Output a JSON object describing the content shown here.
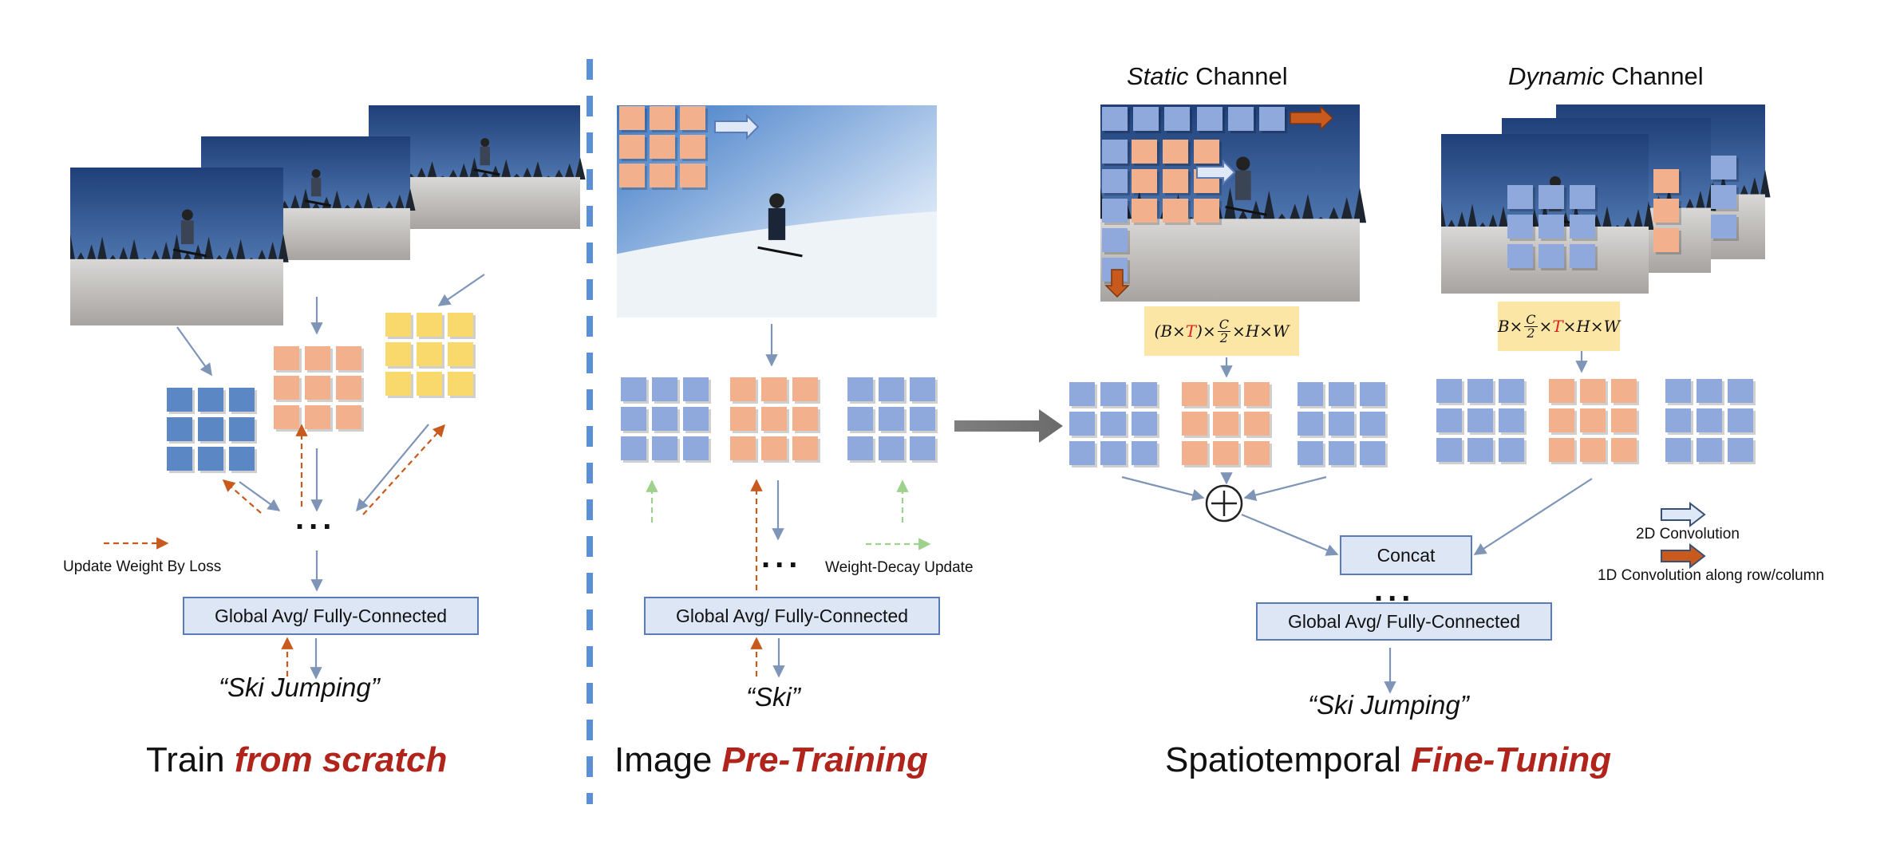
{
  "sections": {
    "scratch": {
      "prefix": "Train ",
      "emph": "from scratch"
    },
    "pretrain": {
      "prefix": "Image ",
      "emph": "Pre-Training"
    },
    "finetune": {
      "prefix": "Spatiotemporal ",
      "emph": "Fine-Tuning"
    }
  },
  "boxes": {
    "scratch_head": "Global Avg/ Fully-Connected",
    "pretrain_head": "Global Avg/ Fully-Connected",
    "finetune_head": "Global Avg/ Fully-Connected",
    "concat": "Concat"
  },
  "labels": {
    "update_weight": "Update Weight By Loss",
    "weight_decay": "Weight-Decay Update",
    "dots": "..."
  },
  "outputs": {
    "scratch": "“Ski Jumping”",
    "pretrain": "“Ski”",
    "finetune": "“Ski Jumping”"
  },
  "channels": {
    "static": {
      "emph": "Static",
      "rest": " Channel"
    },
    "dynamic": {
      "emph": "Dynamic",
      "rest": " Channel"
    }
  },
  "formulas": {
    "static": {
      "a": "(B×",
      "t": "T",
      "b": ")×",
      "num": "C",
      "den": "2",
      "c": "×H×W"
    },
    "dynamic": {
      "a": "B×",
      "num": "C",
      "den": "2",
      "m": "×",
      "t": "T",
      "c": "×H×W"
    }
  },
  "legend": {
    "conv2d": "2D Convolution",
    "conv1d": "1D Convolution along row/column"
  },
  "colors": {
    "title_emph": "#b0241b",
    "blue_cell": "#8fa9dc",
    "orange_cell": "#f2b08d",
    "yellow_cell": "#fad96c",
    "dark_blue_cell": "#5b87c5",
    "arrow_gray_blue": "#7f95b8",
    "arrow_orange": "#c85a1e",
    "arrow_green": "#9dd18c",
    "formula_bg": "#fbe6a6",
    "dashed_divider": "#5b8fd6",
    "big_arrow": "#7f7f7f"
  }
}
